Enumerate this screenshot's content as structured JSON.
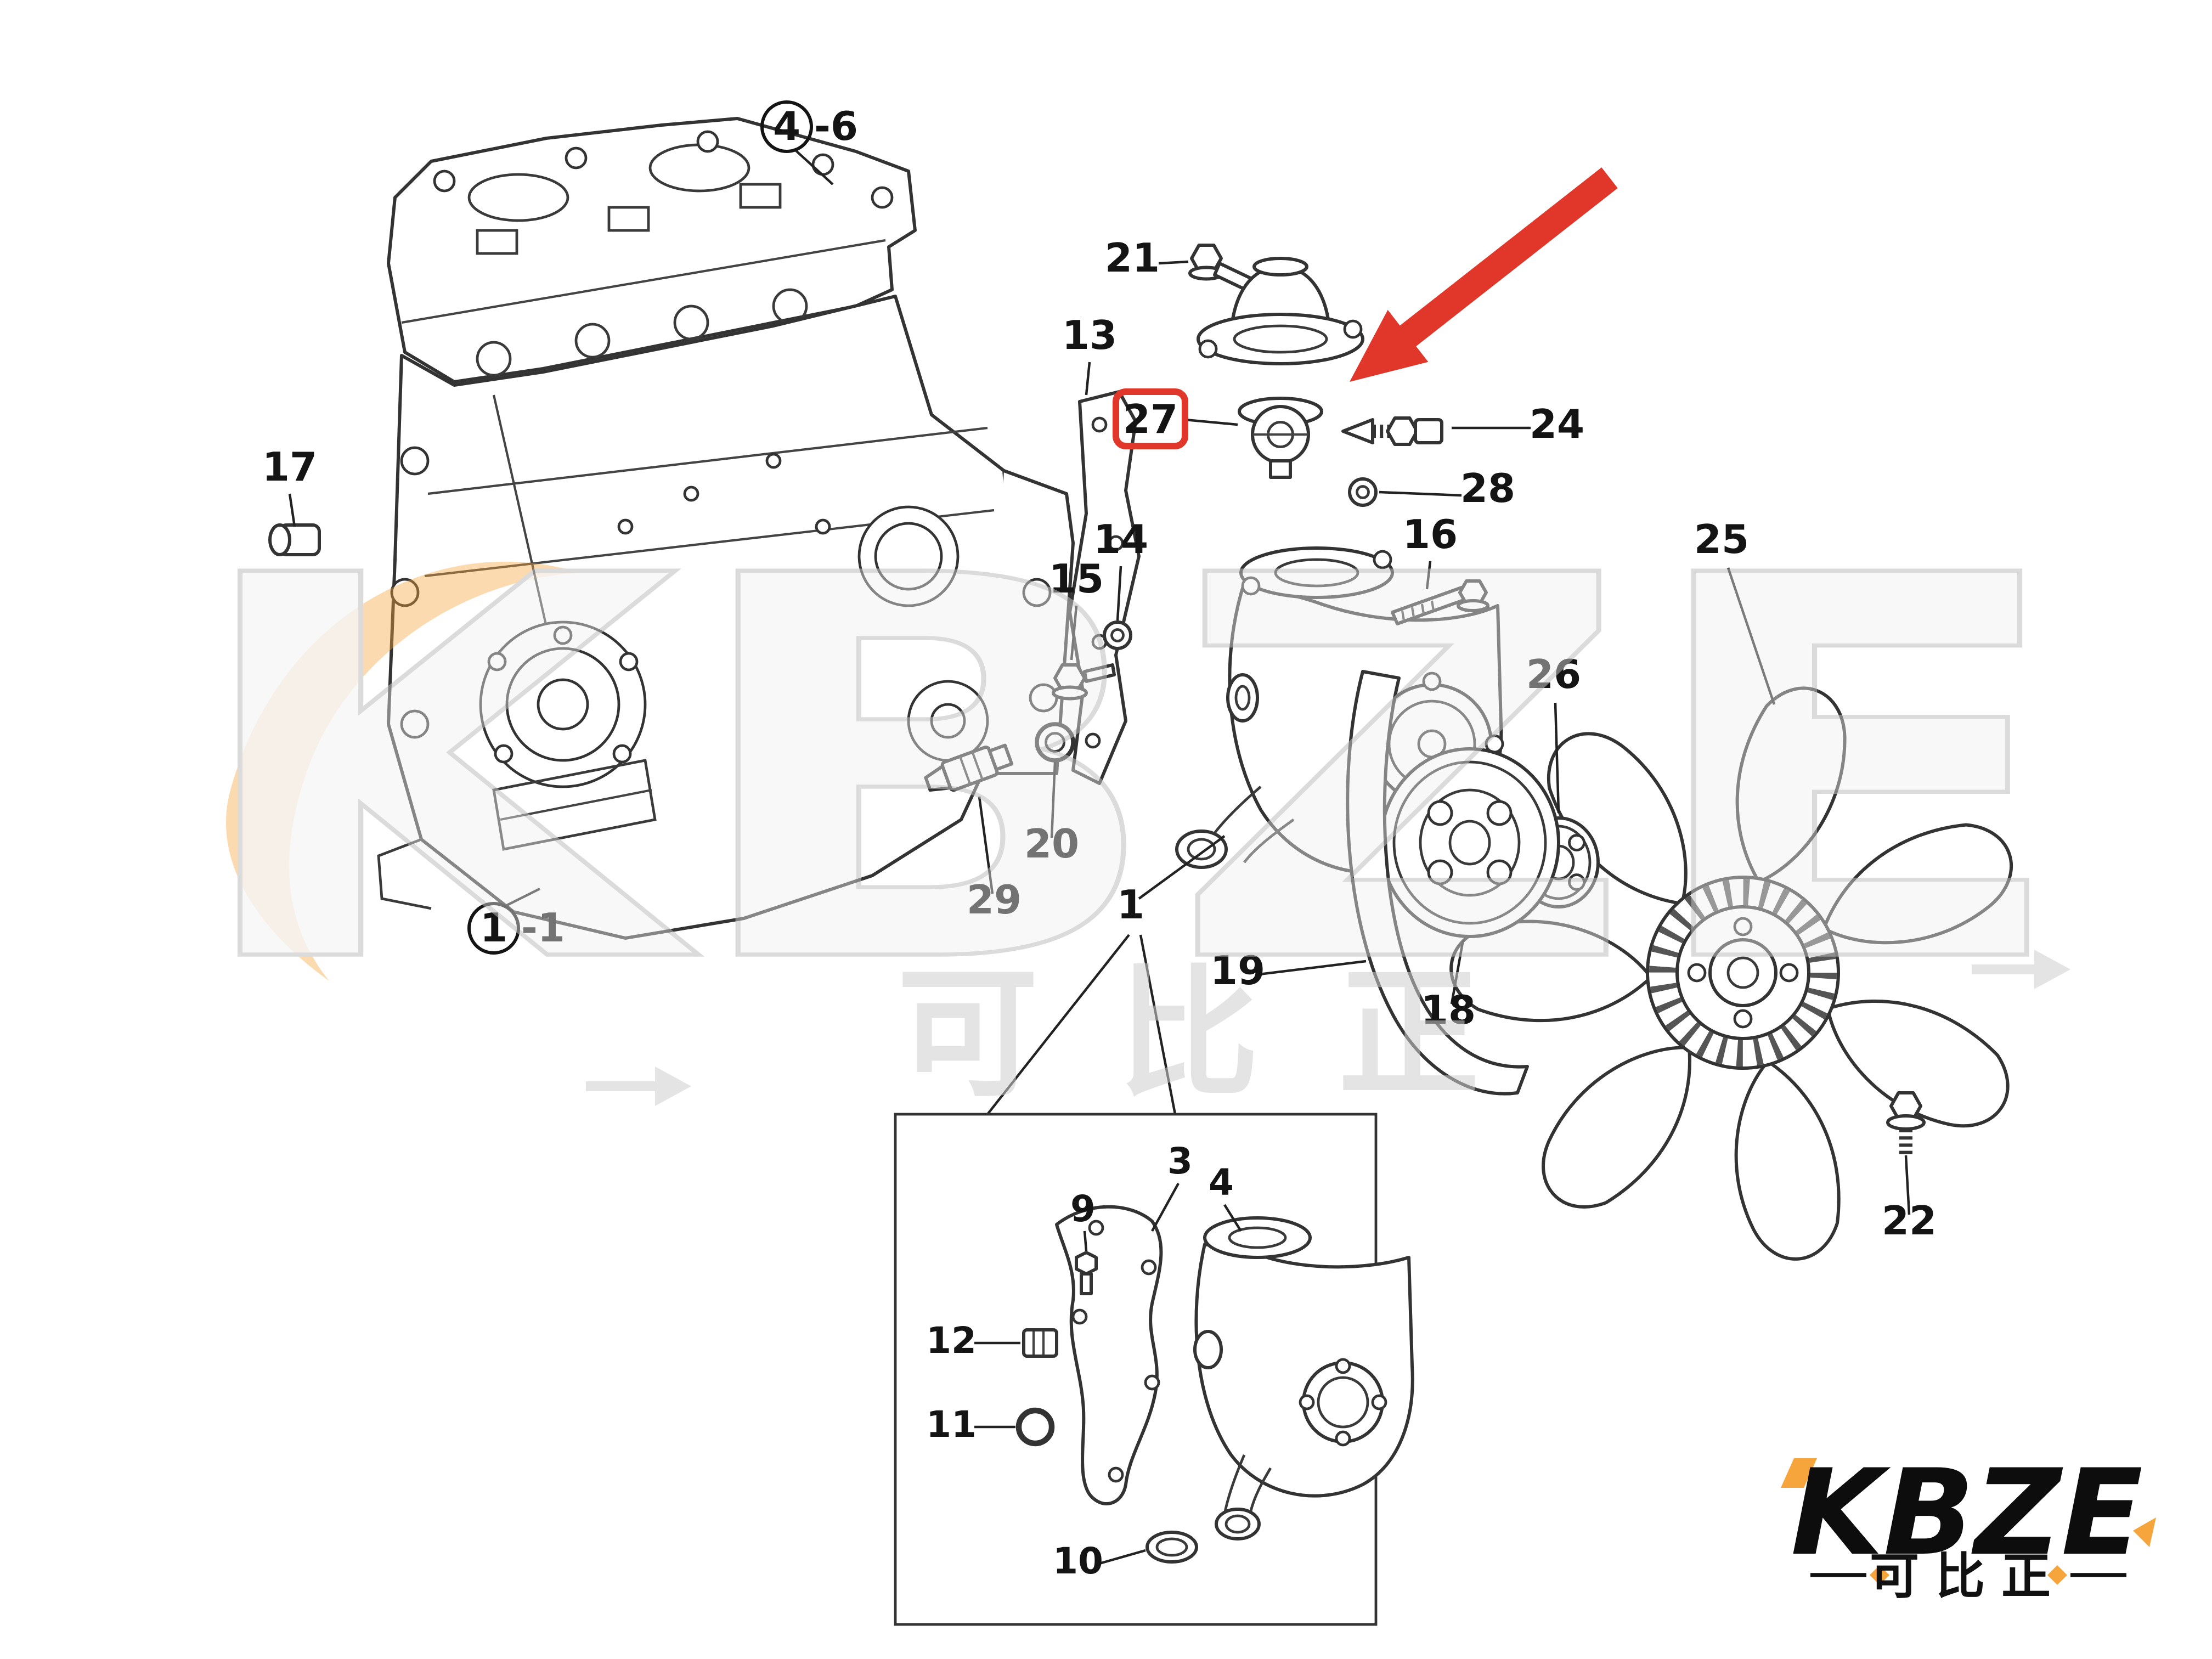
{
  "callouts": {
    "n1": "1",
    "n3": "3",
    "n4": "4",
    "n9": "9",
    "n10": "10",
    "n11": "11",
    "n12": "12",
    "n13": "13",
    "n14": "14",
    "n15": "15",
    "n16": "16",
    "n17": "17",
    "n18": "18",
    "n19": "19",
    "n20": "20",
    "n21": "21",
    "n22": "22",
    "n24": "24",
    "n25": "25",
    "n26": "26",
    "n27": "27",
    "n28": "28",
    "n29": "29",
    "head_circle": "4",
    "head_suffix": "-6",
    "block_circle": "1",
    "block_suffix": "-1"
  },
  "watermark": {
    "brand": "KBZE",
    "cn": "可比正"
  },
  "logo": {
    "brand": "KBZE",
    "tagline": "可比正"
  },
  "colors": {
    "highlight_red": "#e0372a",
    "brand_orange": "#f6a53c",
    "watermark_gray": "#d4d4d4",
    "line_ink": "#2a2a2a"
  }
}
